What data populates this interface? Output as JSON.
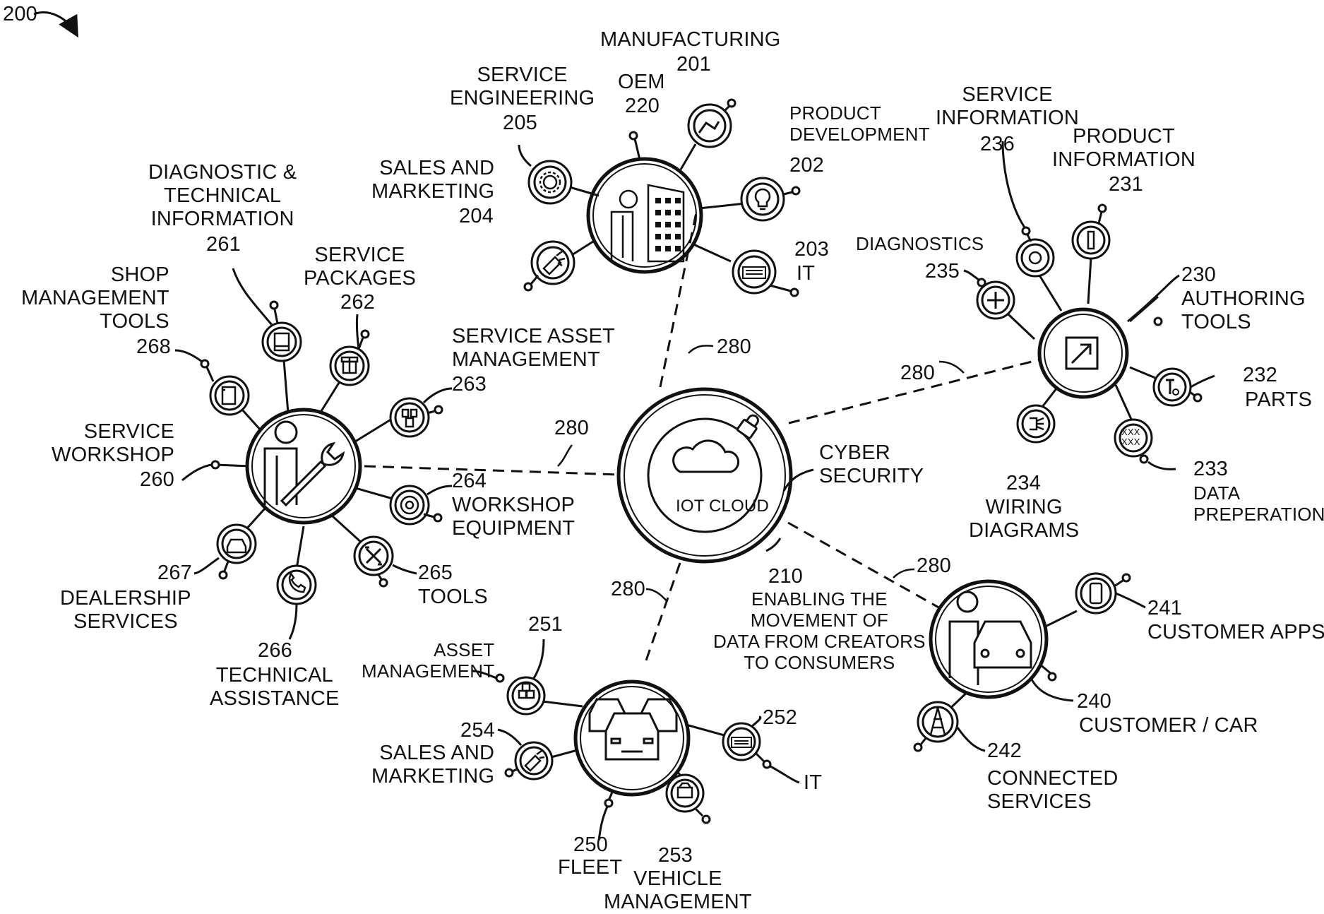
{
  "figure_number": "200",
  "link_label": "280",
  "hub": {
    "ref": "210",
    "name": "IOT CLOUD",
    "caption": "ENABLING THE\nMOVEMENT OF\nDATA FROM CREATORS\nTO CONSUMERS",
    "security": "CYBER\nSECURITY"
  },
  "oem": {
    "ref": "220",
    "name": "OEM",
    "manufacturing": {
      "ref": "201",
      "name": "MANUFACTURING"
    },
    "product_development": {
      "ref": "202",
      "name": "PRODUCT\nDEVELOPMENT"
    },
    "it": {
      "ref": "203",
      "name": "IT"
    },
    "sales_marketing": {
      "ref": "204",
      "name": "SALES AND\nMARKETING"
    },
    "service_engineering": {
      "ref": "205",
      "name": "SERVICE\nENGINEERING"
    }
  },
  "authoring": {
    "ref": "230",
    "name": "AUTHORING\nTOOLS",
    "product_information": {
      "ref": "231",
      "name": "PRODUCT\nINFORMATION"
    },
    "parts": {
      "ref": "232",
      "name": "PARTS"
    },
    "data_preparation": {
      "ref": "233",
      "name": "DATA\nPREPERATION"
    },
    "wiring_diagrams": {
      "ref": "234",
      "name": "WIRING\nDIAGRAMS"
    },
    "diagnostics": {
      "ref": "235",
      "name": "DIAGNOSTICS"
    },
    "service_information": {
      "ref": "236",
      "name": "SERVICE\nINFORMATION"
    },
    "data_icon_text": "XXX\nXXX"
  },
  "customer": {
    "ref": "240",
    "name": "CUSTOMER / CAR",
    "customer_apps": {
      "ref": "241",
      "name": "CUSTOMER APPS"
    },
    "connected_services": {
      "ref": "242",
      "name": "CONNECTED\nSERVICES"
    }
  },
  "fleet": {
    "ref": "250",
    "name": "FLEET",
    "asset_management": {
      "ref": "251",
      "name": "ASSET\nMANAGEMENT"
    },
    "it": {
      "ref": "252",
      "name": "IT"
    },
    "vehicle_management": {
      "ref": "253",
      "name": "VEHICLE\nMANAGEMENT"
    },
    "sales_marketing": {
      "ref": "254",
      "name": "SALES AND\nMARKETING"
    }
  },
  "workshop": {
    "ref": "260",
    "name": "SERVICE\nWORKSHOP",
    "diagnostic_technical": {
      "ref": "261",
      "name": "DIAGNOSTIC &\nTECHNICAL\nINFORMATION"
    },
    "service_packages": {
      "ref": "262",
      "name": "SERVICE\nPACKAGES"
    },
    "service_asset_management": {
      "ref": "263",
      "name": "SERVICE ASSET\nMANAGEMENT"
    },
    "workshop_equipment": {
      "ref": "264",
      "name": "WORKSHOP\nEQUIPMENT"
    },
    "tools": {
      "ref": "265",
      "name": "TOOLS"
    },
    "technical_assistance": {
      "ref": "266",
      "name": "TECHNICAL\nASSISTANCE"
    },
    "dealership_services": {
      "ref": "267",
      "name": "DEALERSHIP\nSERVICES"
    },
    "shop_management": {
      "ref": "268",
      "name": "SHOP\nMANAGEMENT\nTOOLS"
    }
  }
}
